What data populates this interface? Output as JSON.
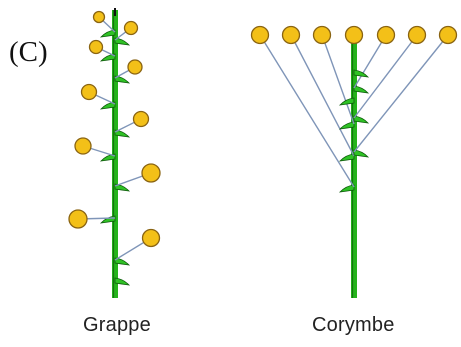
{
  "panel_label": "(C)",
  "diagrams": {
    "grappe": {
      "caption": "Grappe"
    },
    "corymbe": {
      "caption": "Corymbe"
    }
  },
  "colors": {
    "stem": "#25b31b",
    "stem_dark": "#0d5a0a",
    "pedicel": "#7f95b8",
    "flower_fill": "#f3c018",
    "flower_stroke": "#8a6412",
    "bract": "#2fc225"
  }
}
